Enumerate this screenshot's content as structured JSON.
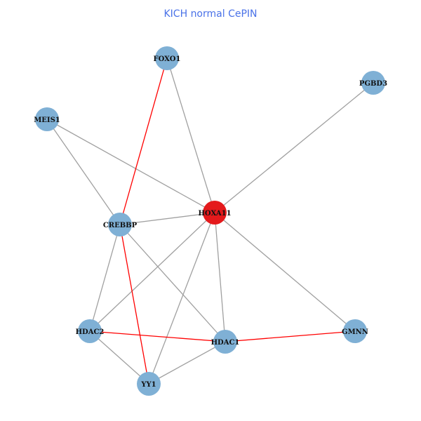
{
  "title": "KICH normal CePIN",
  "colors": {
    "node": "#7fb0d5",
    "hub": "#e41a1c",
    "edge": "#a0a0a0",
    "highlight_edge": "#ff0000"
  },
  "nodes": [
    {
      "id": "FOXO1",
      "hub": false
    },
    {
      "id": "PGBD3",
      "hub": false
    },
    {
      "id": "MEIS1",
      "hub": false
    },
    {
      "id": "HOXA11",
      "hub": true
    },
    {
      "id": "CREBBP",
      "hub": false
    },
    {
      "id": "HDAC2",
      "hub": false
    },
    {
      "id": "HDAC1",
      "hub": false
    },
    {
      "id": "GMNN",
      "hub": false
    },
    {
      "id": "YY1",
      "hub": false
    }
  ],
  "edges": [
    {
      "source": "FOXO1",
      "target": "HOXA11",
      "highlight": false
    },
    {
      "source": "PGBD3",
      "target": "HOXA11",
      "highlight": false
    },
    {
      "source": "MEIS1",
      "target": "HOXA11",
      "highlight": false
    },
    {
      "source": "MEIS1",
      "target": "CREBBP",
      "highlight": false
    },
    {
      "source": "CREBBP",
      "target": "HOXA11",
      "highlight": false
    },
    {
      "source": "CREBBP",
      "target": "HDAC2",
      "highlight": false
    },
    {
      "source": "CREBBP",
      "target": "HDAC1",
      "highlight": false
    },
    {
      "source": "HOXA11",
      "target": "HDAC2",
      "highlight": false
    },
    {
      "source": "HOXA11",
      "target": "HDAC1",
      "highlight": false
    },
    {
      "source": "HOXA11",
      "target": "YY1",
      "highlight": false
    },
    {
      "source": "HOXA11",
      "target": "GMNN",
      "highlight": false
    },
    {
      "source": "HDAC2",
      "target": "YY1",
      "highlight": false
    },
    {
      "source": "YY1",
      "target": "HDAC1",
      "highlight": false
    },
    {
      "source": "FOXO1",
      "target": "CREBBP",
      "highlight": true
    },
    {
      "source": "CREBBP",
      "target": "YY1",
      "highlight": true
    },
    {
      "source": "HDAC2",
      "target": "HDAC1",
      "highlight": true
    },
    {
      "source": "HDAC1",
      "target": "GMNN",
      "highlight": true
    }
  ]
}
